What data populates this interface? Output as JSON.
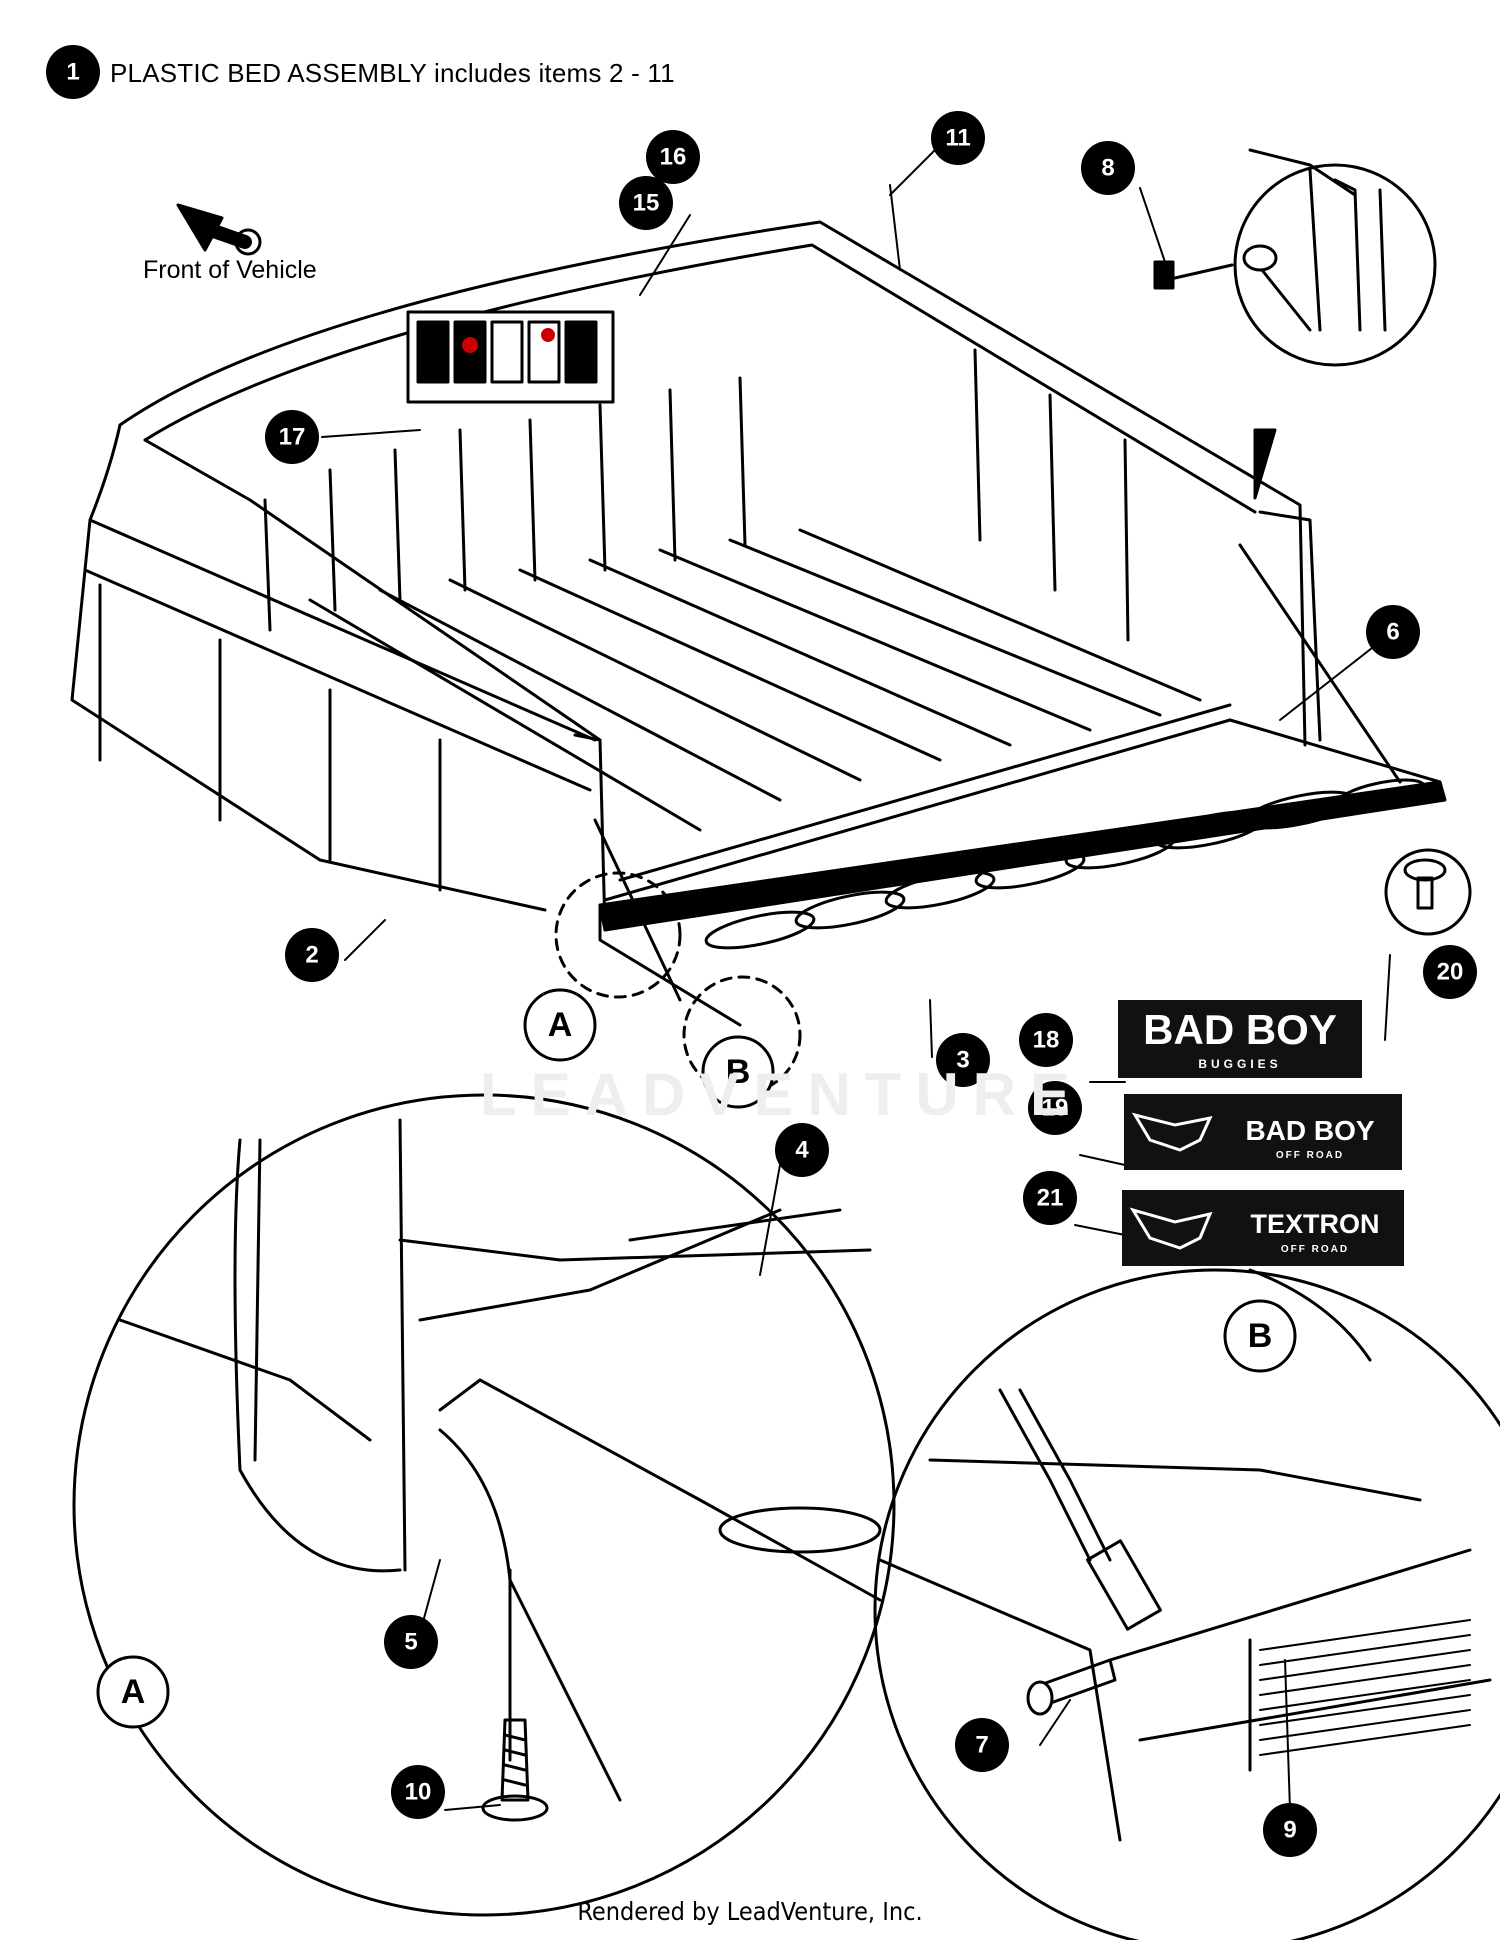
{
  "header": {
    "item_number": "1",
    "description": "PLASTIC BED ASSEMBLY includes items 2 - 11"
  },
  "orientation_label": "Front of Vehicle",
  "callouts": [
    "2",
    "3",
    "4",
    "5",
    "6",
    "7",
    "8",
    "9",
    "10",
    "11",
    "15",
    "16",
    "17",
    "18",
    "19",
    "20",
    "21"
  ],
  "detail_labels": [
    "A",
    "B"
  ],
  "emblems": {
    "badboy_buggies": {
      "line1": "BAD BOY",
      "line2": "BUGGIES"
    },
    "badboy_offroad": {
      "line1": "BAD BOY",
      "line2": "OFF ROAD"
    },
    "textron_offroad": {
      "line1": "TEXTRON",
      "line2": "OFF ROAD"
    }
  },
  "watermark": "LEADVENTURE",
  "footer": "Rendered by LeadVenture, Inc.",
  "colors": {
    "ink": "#000000",
    "background": "#ffffff",
    "emblem": "#111111",
    "warning": "#cc0000"
  }
}
